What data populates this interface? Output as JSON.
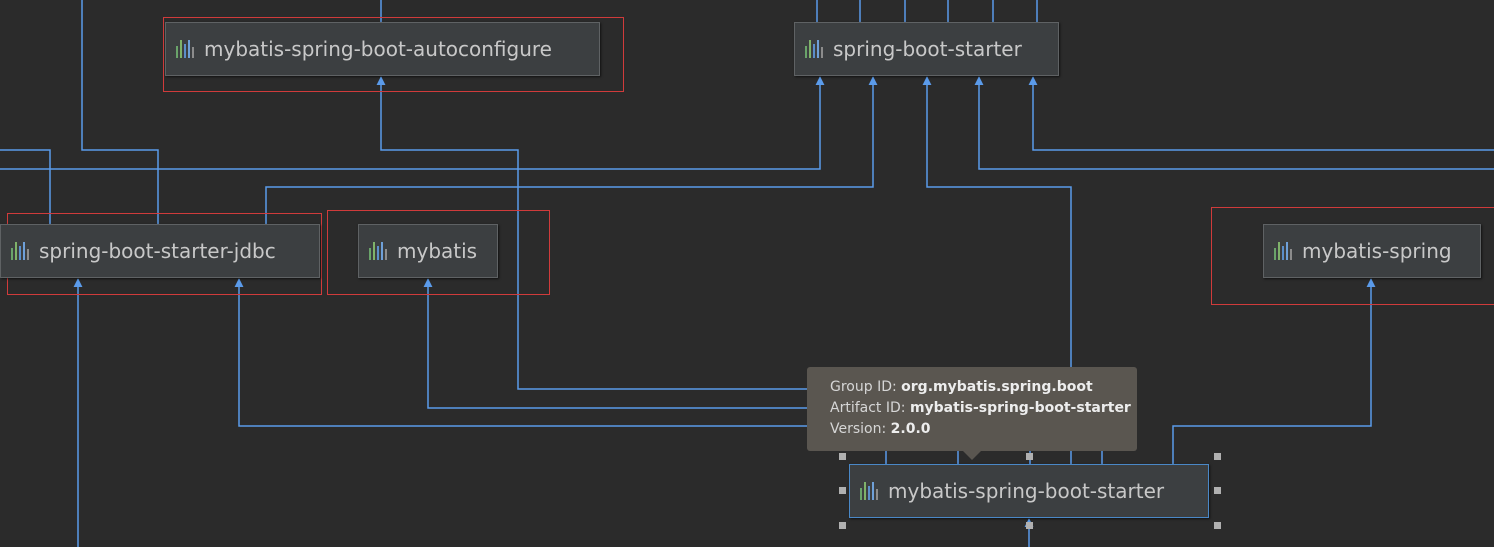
{
  "nodes": {
    "autoconfigure": "mybatis-spring-boot-autoconfigure",
    "spring_boot_starter": "spring-boot-starter",
    "starter_jdbc": "spring-boot-starter-jdbc",
    "mybatis": "mybatis",
    "mybatis_spring": "mybatis-spring",
    "mybatis_spring_boot_starter": "mybatis-spring-boot-starter"
  },
  "tooltip": {
    "group_label": "Group ID:",
    "group_value": "org.mybatis.spring.boot",
    "artifact_label": "Artifact ID:",
    "artifact_value": "mybatis-spring-boot-starter",
    "version_label": "Version:",
    "version_value": "2.0.0"
  },
  "colors": {
    "background": "#2b2b2b",
    "node_fill": "#3c3f41",
    "edge": "#5b9bea",
    "conflict_outline": "#d03b3b",
    "tooltip_bg": "#5a5650"
  }
}
